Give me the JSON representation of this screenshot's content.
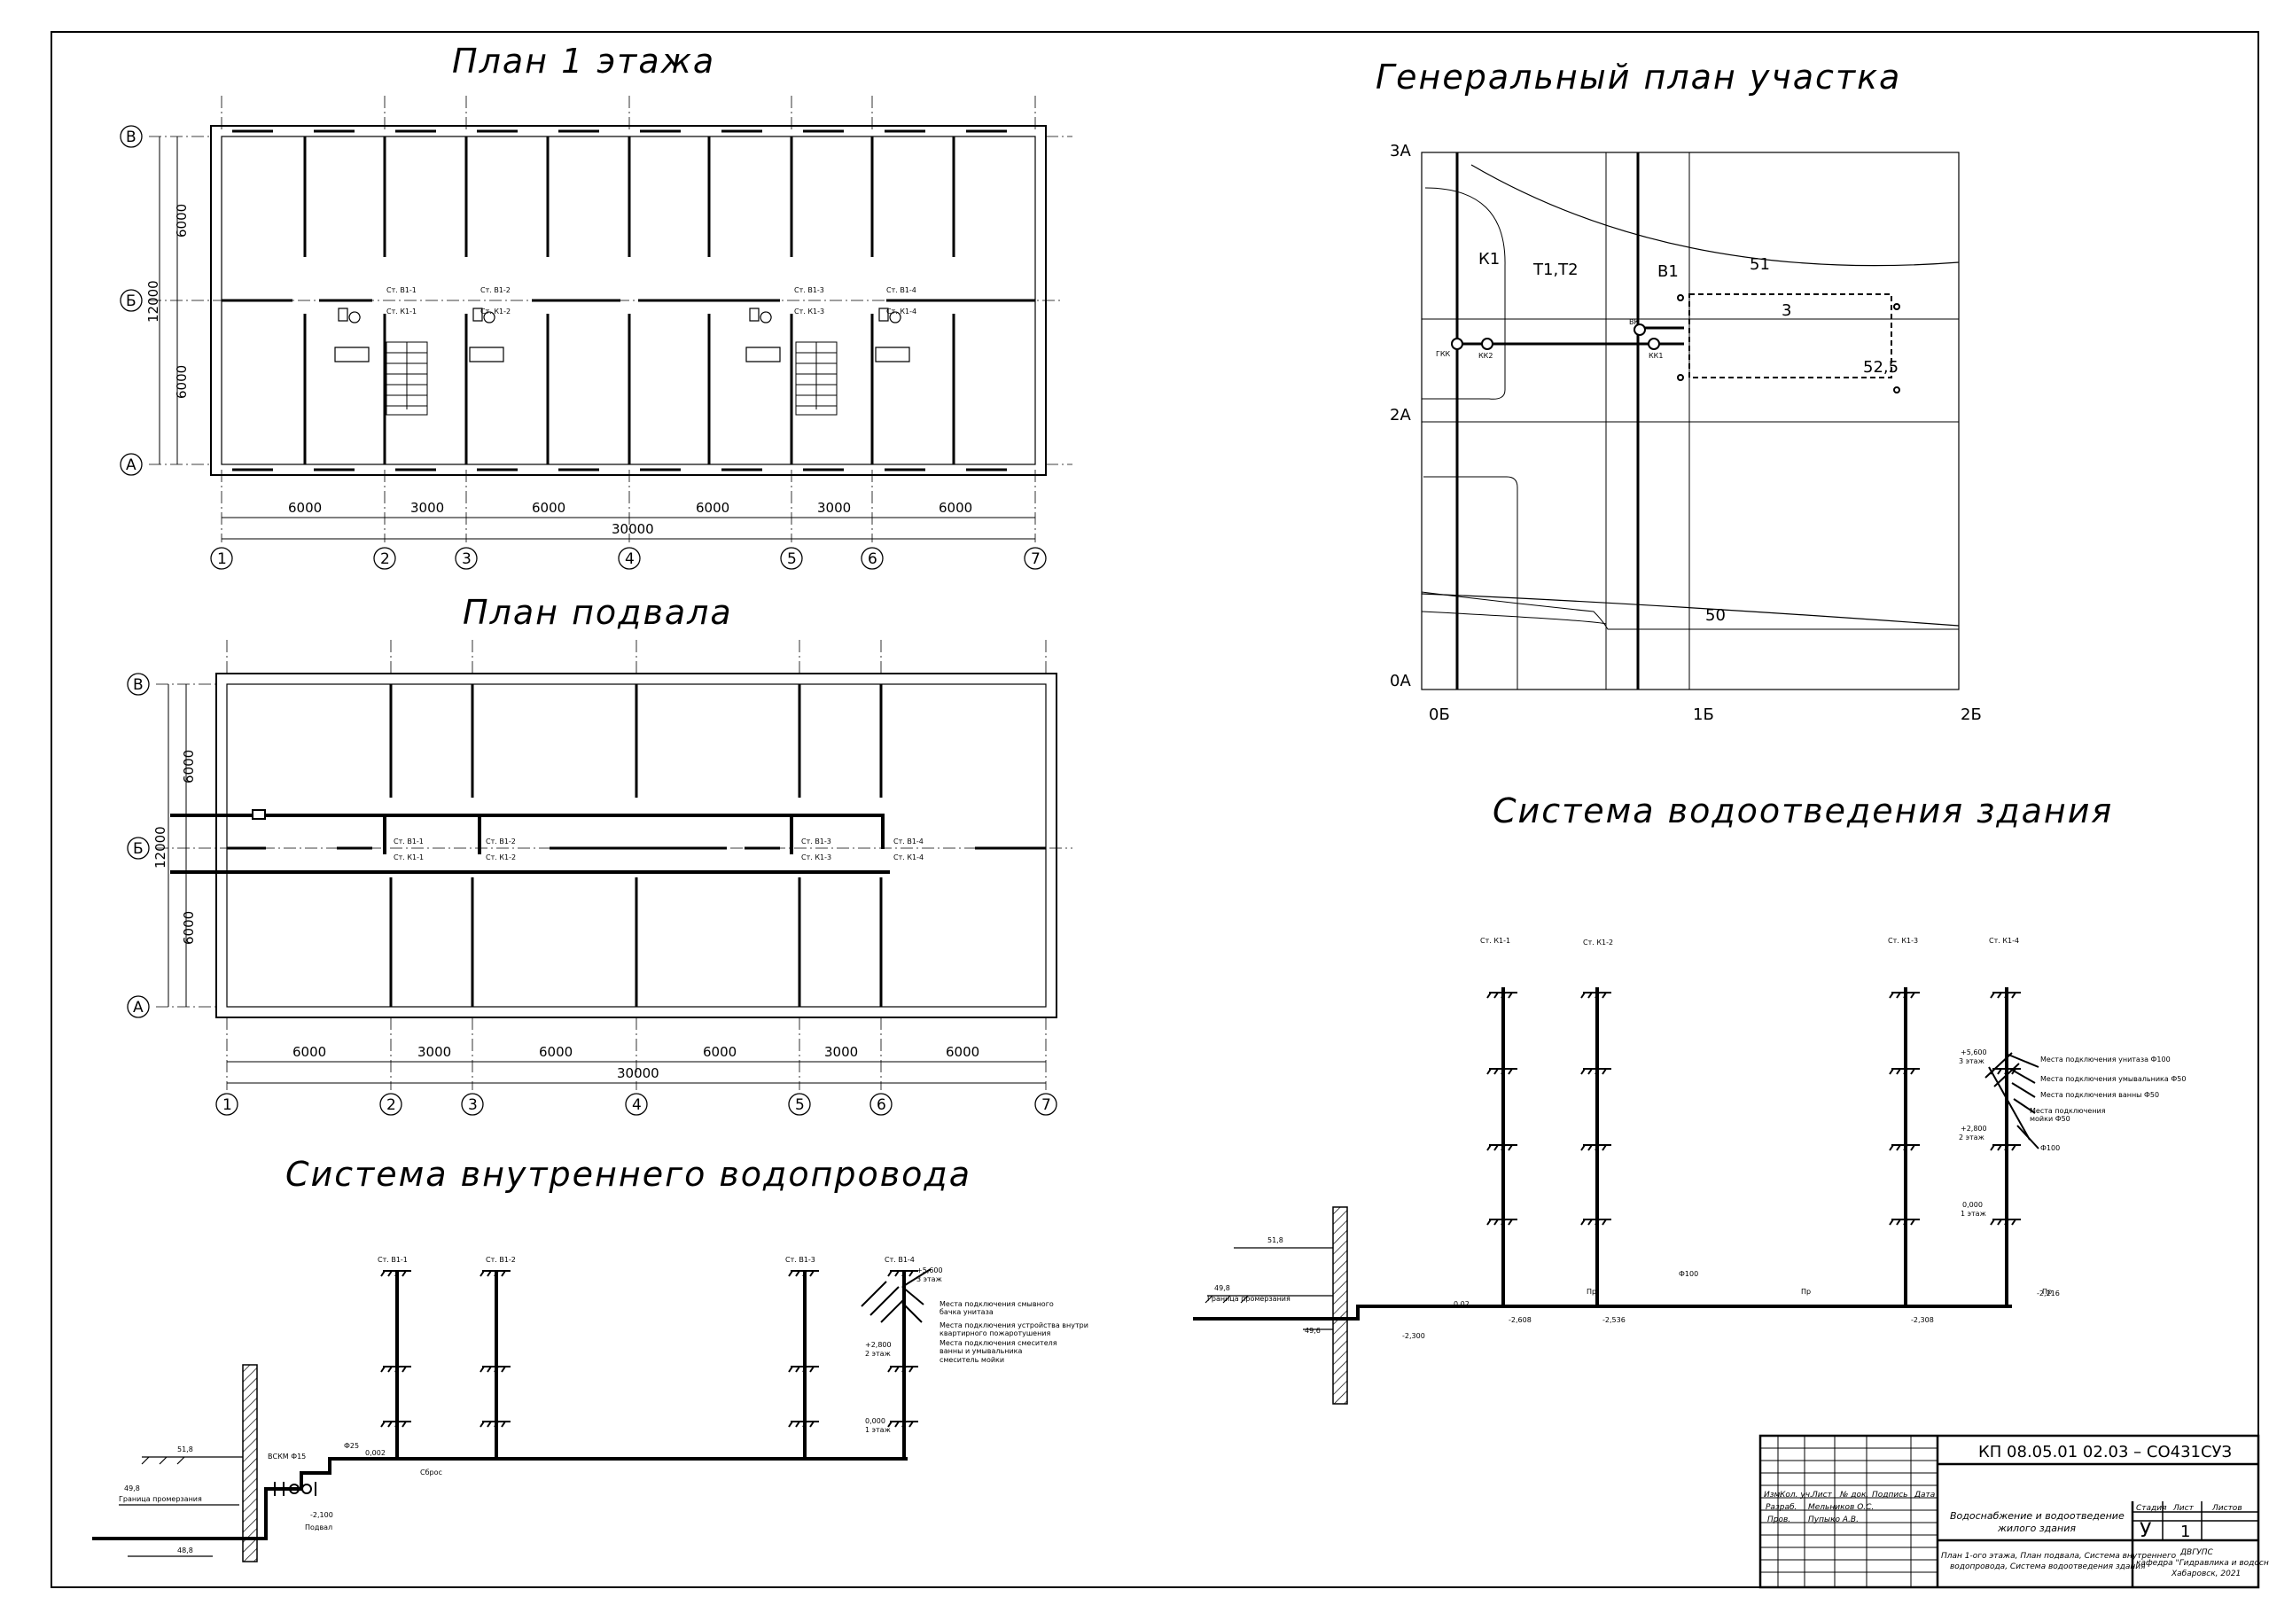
{
  "titles": {
    "plan_floor1": "План 1 этажа",
    "plan_basement": "План подвала",
    "water_supply": "Система внутреннего водопровода",
    "site_plan": "Генеральный план участка",
    "drainage": "Система водоотведения здания"
  },
  "plan_axes": {
    "rows": [
      "В",
      "Б",
      "А"
    ],
    "cols": [
      "1",
      "2",
      "3",
      "4",
      "5",
      "6",
      "7"
    ],
    "spans": [
      "6000",
      "3000",
      "6000",
      "6000",
      "3000",
      "6000"
    ],
    "total_x": "30000",
    "spans_y": [
      "6000",
      "6000"
    ],
    "total_y": "12000"
  },
  "risers": {
    "water": [
      "Ст. В1-1",
      "Ст. В1-2",
      "Ст. В1-3",
      "Ст. В1-4"
    ],
    "sewer": [
      "Ст. К1-1",
      "Ст. К1-2",
      "Ст. К1-3",
      "Ст. К1-4"
    ]
  },
  "site": {
    "grid": [
      "3А",
      "2А",
      "0А",
      "0Б",
      "1Б",
      "2Б"
    ],
    "pipes": [
      "К1",
      "Т1,Т2",
      "В1"
    ],
    "contours": [
      "51",
      "50"
    ],
    "building_no": "3",
    "building_elev": "52,5",
    "wells": [
      "ГКК",
      "КК2",
      "КК1",
      "ВК"
    ]
  },
  "water": {
    "ground": "51,8",
    "freeze": "49,8",
    "freeze_label": "Граница промерзания",
    "pipe_in": "48,8",
    "meter": "ВСКМ Ф15",
    "d25": "Ф25",
    "slope": "0,002",
    "elev_in": "-2,100",
    "basement": "Подвал",
    "fire": "Сброс",
    "floors": [
      {
        "elev": "+5,600",
        "floor": "3 этаж"
      },
      {
        "elev": "+2,800",
        "floor": "2 этаж"
      },
      {
        "elev": "0,000",
        "floor": "1 этаж"
      }
    ],
    "notes": [
      "Места подключения смывного",
      "бачка унитаза",
      "Места подключения устройства  внутри",
      "квартирного пожаротушения",
      "Места подключения смесителя",
      "ванны и умывальника",
      "смеситель мойки"
    ]
  },
  "drainage": {
    "ground": "51,8",
    "freeze": "49,8",
    "freeze_label": "Граница промерзания",
    "wall_elev": "49,6",
    "out_elev": "-2,300",
    "d100": "Ф100",
    "slope": "0,02",
    "inverts": [
      "-2,608",
      "-2,536",
      "-2,308",
      "-2,216"
    ],
    "clean": "Пр",
    "rev": "Р",
    "floors": [
      {
        "elev": "+5,600",
        "floor": "3 этаж"
      },
      {
        "elev": "+2,800",
        "floor": "2 этаж"
      },
      {
        "elev": "0,000",
        "floor": "1 этаж"
      }
    ],
    "notes": [
      "Места подключения  унитаза  Ф100",
      "Места подключения умывальника  Ф50",
      "Места подключения ванны Ф50",
      "Места подключения",
      "мойки Ф50",
      "Ф100"
    ]
  },
  "title_block": {
    "code": "КП  08.05.01  02.03  –  СО431СУЗ",
    "title_line1": "Водоснабжение и водоотведение",
    "title_line2": "жилого здания",
    "hdr": [
      "Изм.",
      "Кол. уч.",
      "Лист",
      "№ док.",
      "Подпись",
      "Дата"
    ],
    "role1": "Разраб.",
    "name1": "Мельников О.С.",
    "role2": "Пров.",
    "name2": "Пупыко А.В.",
    "stage_h": "Стадия",
    "sheet_h": "Лист",
    "sheets_h": "Листов",
    "stage": "У",
    "sheet": "1",
    "desc1": "План 1-ого этажа, План подвала, Система внутреннего",
    "desc2": "водопровода, Система водоотведения здания",
    "org1": "ДВГУПС",
    "org2": "кафедра \"Гидравлика и водоснабжение\"",
    "org3": "Хабаровск, 2021"
  }
}
